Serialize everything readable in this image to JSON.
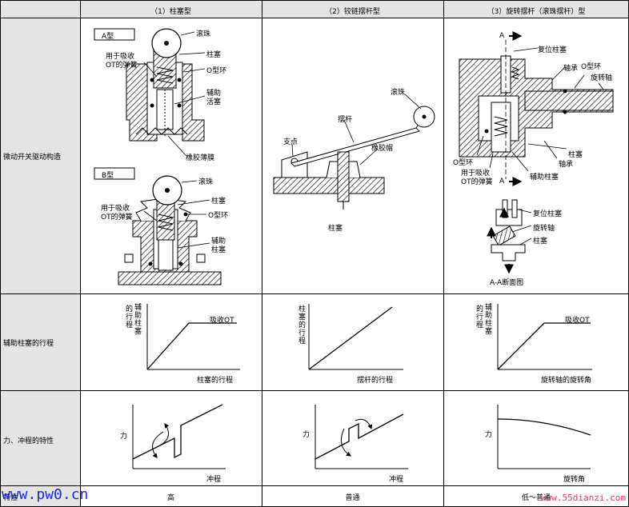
{
  "header": {
    "col1": "（1）柱塞型",
    "col2": "（2）铰链摆杆型",
    "col3": "（3）旋转摆杆（滚珠摆杆）型"
  },
  "rows": {
    "drive": "微动开关驱动构造",
    "aux_stroke": "辅助柱塞的行程",
    "force": "力、冲程的特性",
    "bottom_left": "特性"
  },
  "plunger_a": {
    "type_label": "A型",
    "roller": "滚珠",
    "plunger": "柱塞",
    "spring": "用于吸收\nOT的弹簧",
    "oring": "O型环",
    "aux": "辅助\n活塞",
    "diaphragm": "橡胶薄膜"
  },
  "plunger_b": {
    "type_label": "B型",
    "roller": "滚珠",
    "plunger": "柱塞",
    "spring": "用于吸收\nOT的弹簧",
    "oring": "O型环",
    "aux": "辅助\n柱塞"
  },
  "hinge": {
    "roller": "滚珠",
    "lever": "摆杆",
    "fulcrum": "支点",
    "cap": "橡胶帽",
    "plunger": "柱塞"
  },
  "rotary": {
    "section_a": "A",
    "reset_plunger": "复位柱塞",
    "bearing": "轴承",
    "oring": "O型环",
    "shaft": "旋转轴",
    "plunger": "柱塞",
    "bearing2": "轴承",
    "oring2": "O型环",
    "spring": "用于吸收\nOT的弹簧",
    "aux_plunger": "辅助柱塞",
    "sec_reset": "复位柱塞",
    "sec_shaft": "旋转轴",
    "sec_plunger": "柱塞",
    "section_title": "A-A断面图"
  },
  "stroke_graphs": {
    "g1_ylabel": "的\n行\n程",
    "g1_ylabel2": "辅\n助\n柱\n塞",
    "g1_xlabel": "柱塞的行程",
    "g1_note": "吸收OT",
    "g2_ylabel": "柱\n塞\n的\n行\n程",
    "g2_xlabel": "摆杆的行程",
    "g3_ylabel": "的\n行\n程",
    "g3_ylabel2": "辅\n助\n柱\n塞",
    "g3_xlabel": "旋转轴的旋转角",
    "g3_note": "吸收OT"
  },
  "force_graphs": {
    "g1_ylabel": "力",
    "g1_xlabel": "冲程",
    "g2_ylabel": "力",
    "g2_xlabel": "冲程",
    "g3_ylabel": "力",
    "g3_xlabel": "旋转角"
  },
  "bottom": {
    "col1": "高",
    "col2": "普通",
    "col3": "低～普通"
  },
  "watermarks": {
    "left": "www.pw0.cn",
    "right": "www.55dianzi.com"
  }
}
